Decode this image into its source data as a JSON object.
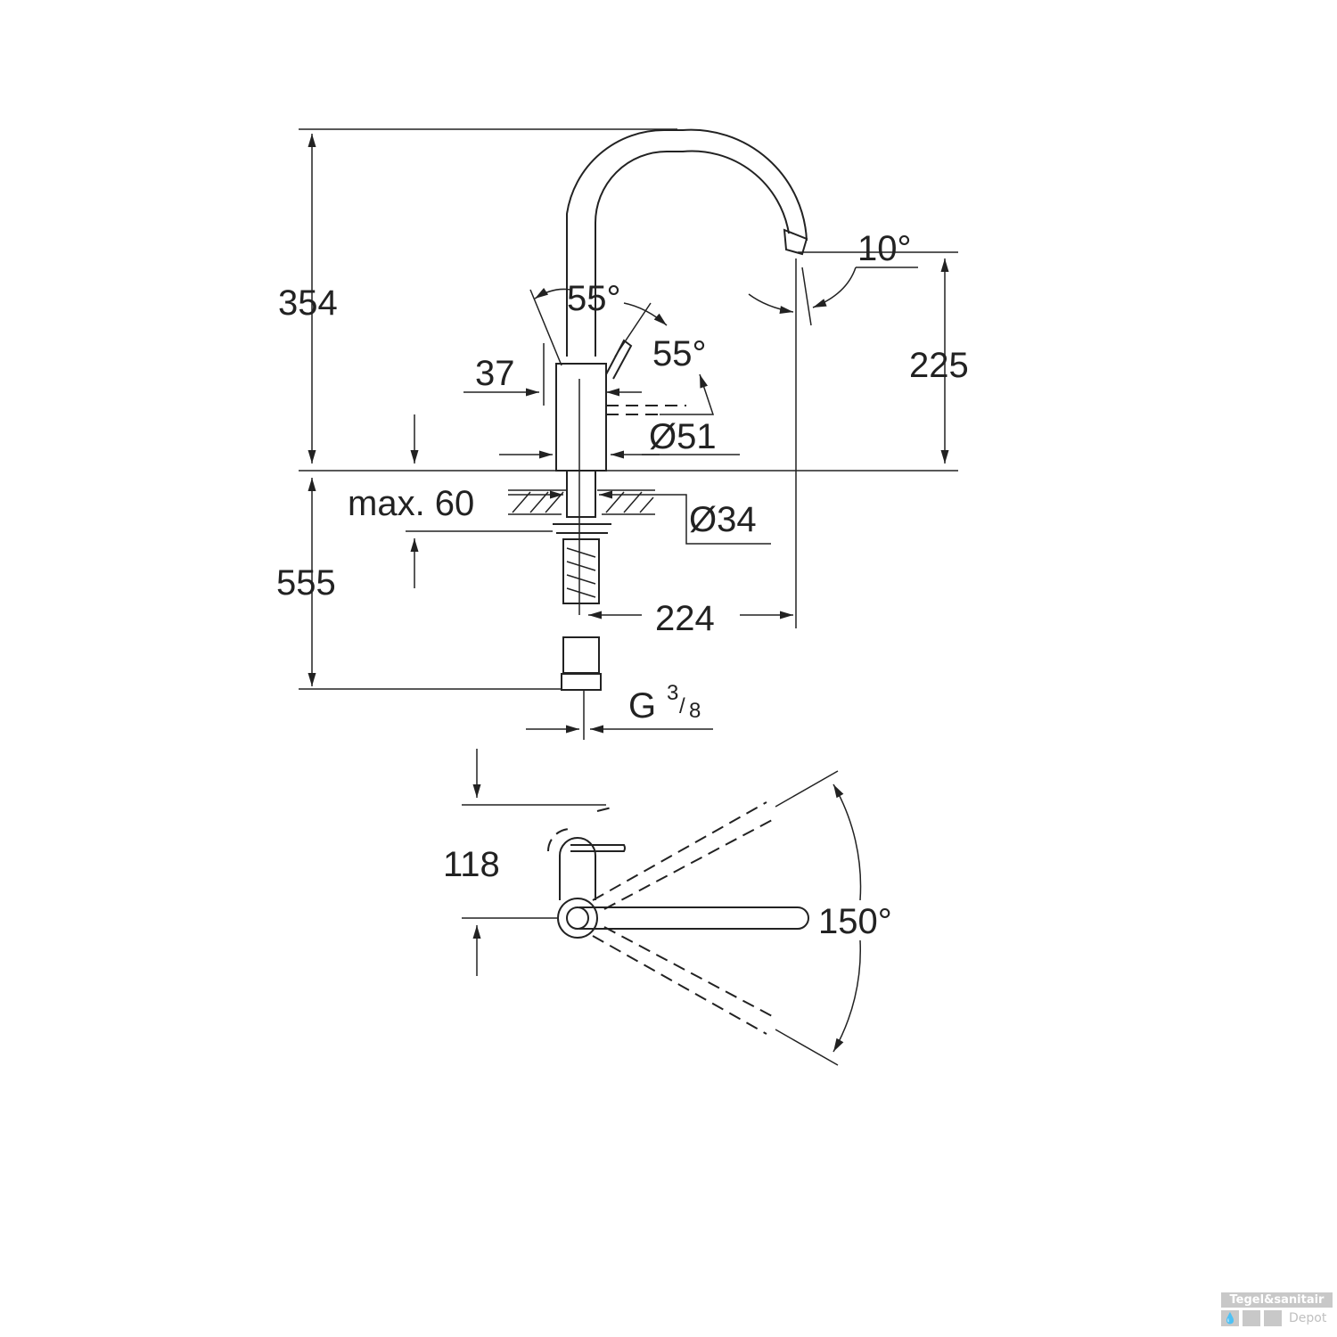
{
  "dimensions": {
    "total_height": "354",
    "lever_angle_left": "55°",
    "lever_angle_right": "55°",
    "lever_offset": "37",
    "body_diameter": "Ø51",
    "spout_height": "225",
    "spout_angle": "10°",
    "max_deck_thickness": "max. 60",
    "hole_diameter": "Ø34",
    "hose_length": "555",
    "spout_reach": "224",
    "connection_thread": "G",
    "connection_thread_num": "3",
    "connection_thread_den": "8",
    "top_view_depth": "118",
    "swivel_angle": "150°"
  },
  "logo": {
    "line1": "Tegel&sanitair",
    "line2": "Depot"
  }
}
